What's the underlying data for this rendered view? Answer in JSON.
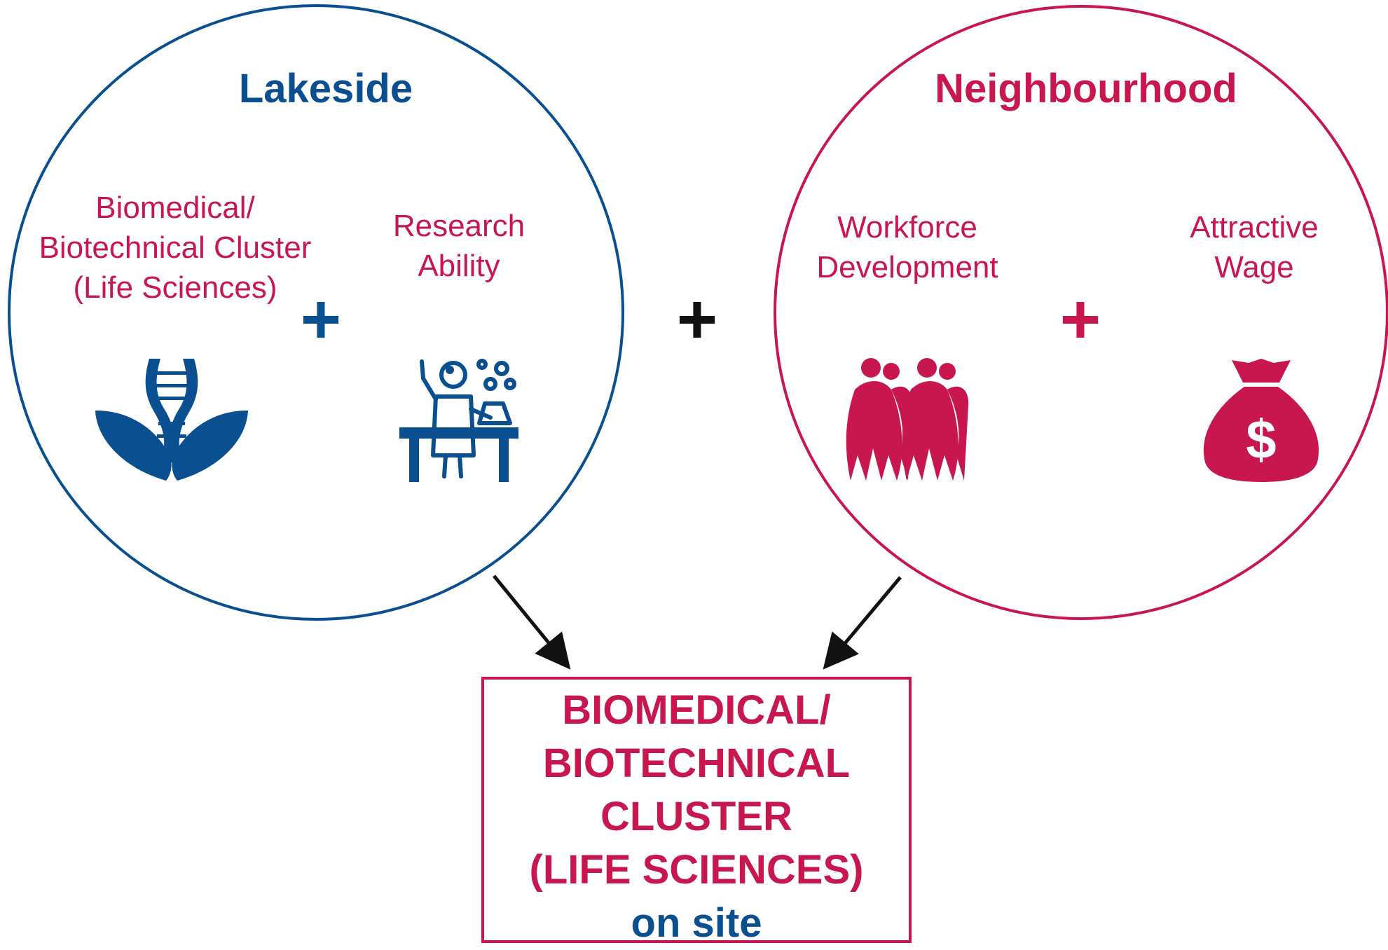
{
  "colors": {
    "blue": "#0a4f8f",
    "crimson": "#c8174f",
    "black": "#111111"
  },
  "lakeside": {
    "title": "Lakeside",
    "items": [
      {
        "lines": [
          "Biomedical/",
          "Biotechnical Cluster",
          "(Life Sciences)"
        ],
        "icon": "dna-plant-icon"
      },
      {
        "lines": [
          "Research",
          "Ability"
        ],
        "icon": "scientist-icon"
      }
    ],
    "plus": "+"
  },
  "connector_plus": "+",
  "neighbourhood": {
    "title": "Neighbourhood",
    "items": [
      {
        "lines": [
          "Workforce",
          "Development"
        ],
        "icon": "workforce-people-icon"
      },
      {
        "lines": [
          "Attractive",
          "Wage"
        ],
        "icon": "money-bag-icon"
      }
    ],
    "plus": "+",
    "money_symbol": "$"
  },
  "result": {
    "lines": [
      "BIOMEDICAL/",
      "BIOTECHNICAL",
      "CLUSTER",
      "(LIFE SCIENCES)"
    ],
    "suffix": "on site"
  }
}
